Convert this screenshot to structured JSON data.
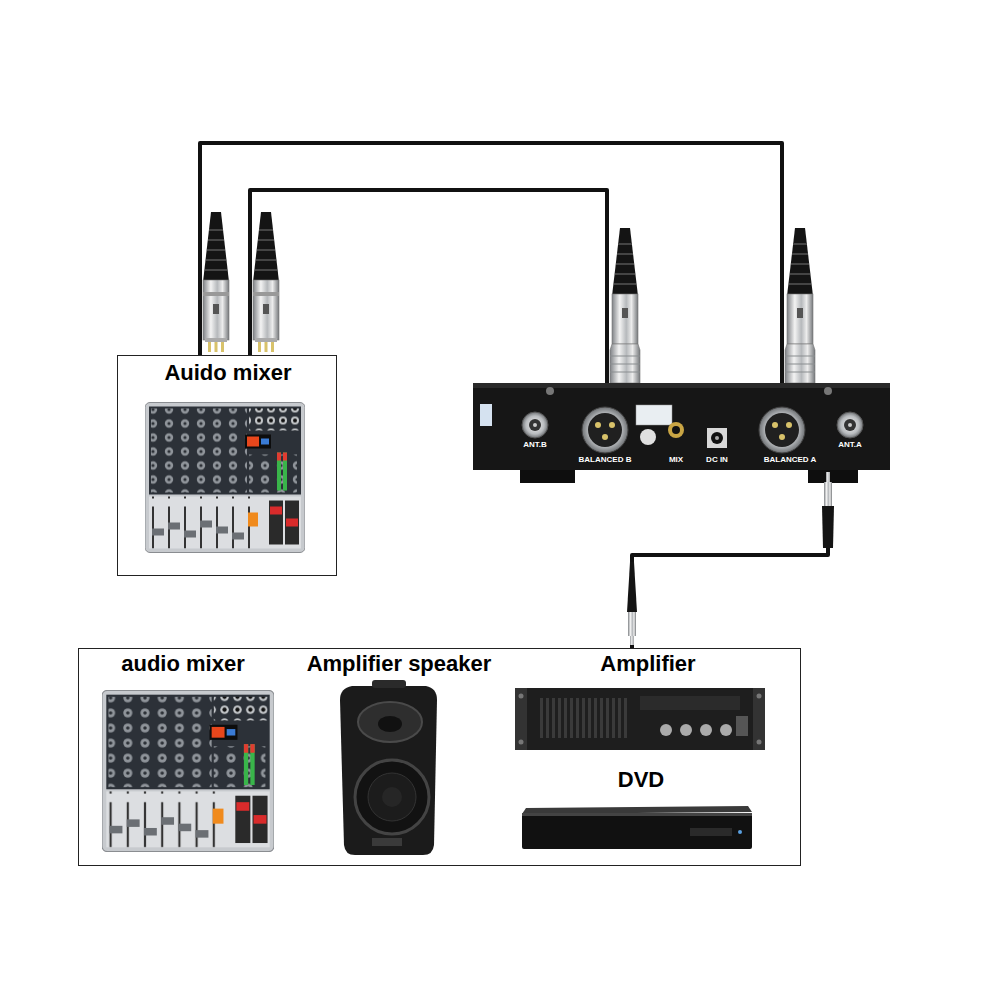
{
  "diagram": {
    "nodes": [
      {
        "text": [
          "Auido mixer"
        ]
      },
      {
        "text": [
          "ANT.B",
          "BALANCED B",
          "MIX",
          "DC IN",
          "BALANCED A",
          "ANT.A"
        ]
      },
      {
        "text": [
          "audio mixer",
          "Amplifier speaker",
          "Amplifier",
          "DVD"
        ]
      }
    ],
    "edges": [
      {
        "from": 1,
        "to": 0,
        "arrow": "none"
      },
      {
        "from": 1,
        "to": 0,
        "arrow": "none"
      },
      {
        "from": 1,
        "to": 2,
        "arrow": "none"
      }
    ]
  }
}
